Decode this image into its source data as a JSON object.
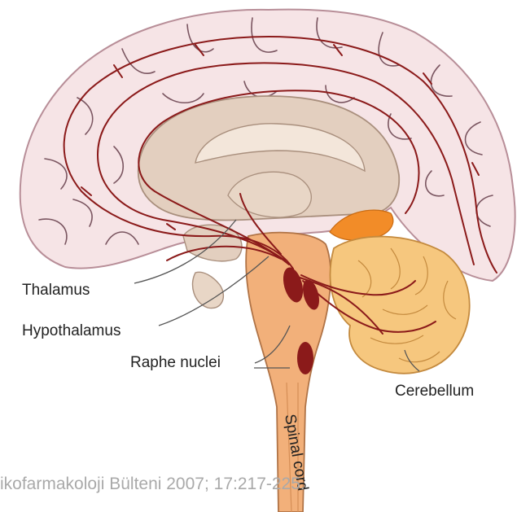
{
  "labels": {
    "thalamus": "Thalamus",
    "hypothalamus": "Hypothalamus",
    "raphe_nuclei": "Raphe nuclei",
    "cerebellum": "Cerebellum",
    "spinal_cord": "Spinal cord"
  },
  "citation": "ikofarmakoloji Bülteni 2007; 17:217-225.",
  "colors": {
    "cortex": "#f6e4e6",
    "inner": "#e3cfbf",
    "brainstem": "#f2b07a",
    "nuclei": "#8b1a1a",
    "cerebellum": "#f6c77e",
    "accent": "#f28c28",
    "pathway": "#8b1a1a"
  }
}
